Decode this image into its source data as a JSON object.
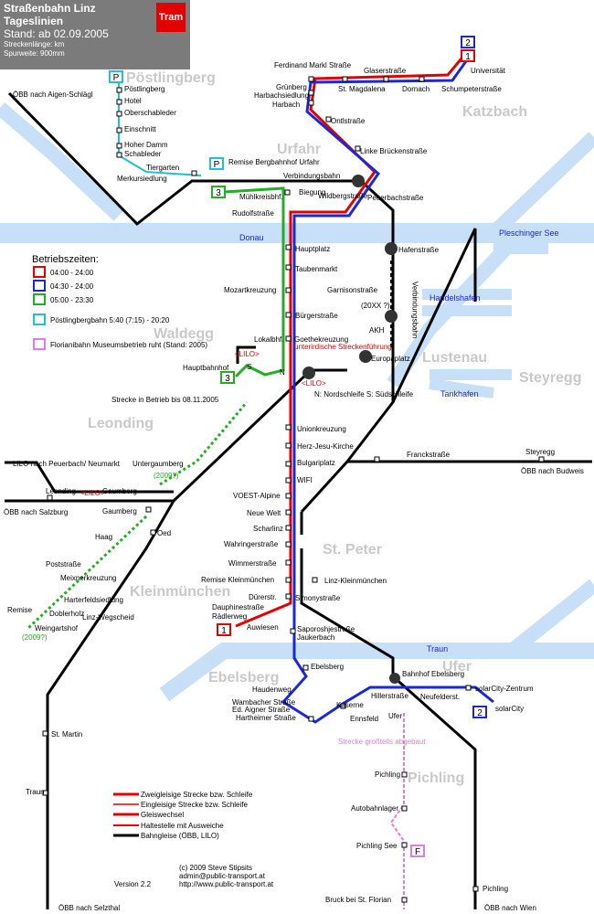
{
  "header": {
    "title": "Straßenbahn Linz",
    "subtitle": "Tageslinien",
    "stand": "Stand: ab 02.09.2005",
    "length": "Streckenlänge: km",
    "gauge": "Spurweite: 900mm",
    "badge": "Tram"
  },
  "colors": {
    "line1": "#e30000",
    "line2": "#1a28d6",
    "line3": "#22b022",
    "poestlingbergbahn": "#22bfd6",
    "florianibahn": "#e07de0",
    "river": "#c7dff7",
    "rail": "#000000"
  },
  "districts": [
    "Pöstlingberg",
    "Katzbach",
    "Urfahr",
    "Waldegg",
    "Lustenau",
    "Steyregg",
    "Leonding",
    "St. Peter",
    "Kleinmünchen",
    "Ufer",
    "Ebelsberg",
    "Pichling"
  ],
  "rivers": {
    "donau": "Donau",
    "traun": "Traun",
    "pleschinger_see": "Pleschinger See",
    "handelshafen": "Handelshafen",
    "tankhafen": "Tankhafen"
  },
  "stations": {
    "s01": "Ferdinand Markl Straße",
    "s02": "Glaserstraße",
    "s03": "Universität",
    "s04": "Grünberg",
    "s05": "St. Magdalena",
    "s06": "Dornach",
    "s07": "Schumpeterstraße",
    "s08": "Harbachsiedlung",
    "s09": "Harbach",
    "s10": "Ontlstraße",
    "s11": "Linke Brückenstraße",
    "s12": "Verbindungsbahn",
    "s13": "Peuerbachstraße",
    "s14": "Wildbergstraße",
    "s15": "Biegung",
    "s16": "Mühlkreisbhf.",
    "s17": "Rudolfstraße",
    "s18": "Remise Bergbahnhof Urfahr",
    "s19": "Hauptplatz",
    "s20": "Taubenmarkt",
    "s21": "Hafenstraße",
    "s22": "Mozartkreuzung",
    "s23": "Garnisonstraße",
    "s24": "(20XX ?)",
    "s25": "AKH",
    "s26": "Bürgerstraße",
    "s27": "Goethekreuzung",
    "s28": "Lokalbhf.",
    "s29": "Hauptbahnhof",
    "s30": "Europaplatz",
    "s31": "Unionkreuzung",
    "s32": "Herz-Jesu-Kirche",
    "s33": "Bulgariplatz",
    "s34": "WIFI",
    "s35": "VOEST-Alpine",
    "s36": "Neue Welt",
    "s37": "Scharlinz",
    "s38": "Wahringerstraße",
    "s39": "Wimmerstraße",
    "s40": "Remise Kleinmünchen",
    "s41": "Linz-Kleinmünchen",
    "s42": "Dürerstr.",
    "s43": "Simonystraße",
    "s44": "Dauphinestraße",
    "s45": "Rädlerweg",
    "s46": "Auwiesen",
    "s47": "Saporoshjestraße",
    "s48": "Jaukerbach",
    "s49": "Ebelsberg",
    "s50": "Haudenweg",
    "s51": "Wambacher Straße",
    "s52": "Ed. Aigner Straße",
    "s53": "Hartheimer Straße",
    "s54": "Ennsfeld",
    "s55": "Kaserne",
    "s56": "Hillerstraße",
    "s57": "Bahnhof Ebelsberg",
    "s58": "Neufelderst.",
    "s59": "solarCity-Zentrum",
    "s60": "solarCity",
    "s61": "Ufer",
    "s62": "Pöstlingberg",
    "s63": "Hotel",
    "s64": "Oberschableder",
    "s65": "Einschnitt",
    "s66": "Hoher Damm",
    "s67": "Schableder",
    "s68": "Tiergarten",
    "s69": "Merkursiedlung",
    "s70": "Untergaumberg",
    "s71": "Gaumberg",
    "s72": "Leonding",
    "s73": "Gaumberg",
    "s74": "Oed",
    "s75": "Haag",
    "s76": "Poststraße",
    "s77": "Meixnerkreuzung",
    "s78": "Harterfeldsiedlung",
    "s79": "Doblerholz",
    "s80": "Linz-Wegscheid",
    "s81": "Remise",
    "s82": "Weingartshof",
    "s83": "St. Martin",
    "s84": "Traun",
    "s85": "Pichling",
    "s86": "Autobahnlager",
    "s87": "Pichling See",
    "s88": "Pichling",
    "s89": "Bruck bei St. Florian",
    "s90": "Franckstraße",
    "s91": "Steyregg"
  },
  "labels": {
    "oebb_aigen": "ÖBB nach Aigen-Schlägl",
    "lilo_peuerbach": "LILO nach Peuerbach/ Neumarkt",
    "oebb_salzburg": "ÖBB nach Salzburg",
    "oebb_budweis": "ÖBB nach Budweis",
    "oebb_selzthal": "ÖBB nach Selzthal",
    "oebb_wien": "ÖBB nach Wien",
    "lilo": "<LILO>",
    "underground": "unterirdische Streckenführung",
    "nord_sued": "N: Nordschleife S: Südschleife",
    "bis_2005": "Strecke in Betrieb bis 08.11.2005",
    "y2009a": "(2009?)",
    "y2009b": "(2009?)",
    "abgebaut": "Strecke großteils abgebaut",
    "verbindungsbahn_v": "Verbindungsbahn",
    "mark_s": "S",
    "mark_n": "N"
  },
  "schedule": {
    "title": "Betriebszeiten:",
    "rows": [
      {
        "code": "1",
        "text": "04:00 - 24:00"
      },
      {
        "code": "2",
        "text": "04:30 - 24:00"
      },
      {
        "code": "3",
        "text": "05:00 - 23:30"
      },
      {
        "code": "P",
        "text": "Pöstlingbergbahn 5:40 (7:15) - 20:20"
      },
      {
        "code": "F",
        "text": "Florianibahn Museumsbetrieb ruht (Stand: 2005)"
      }
    ]
  },
  "legend": [
    "Zweigleisige Strecke bzw. Schleife",
    "Eingleisige Strecke bzw. Schleife",
    "Gleiswechsel",
    "Haltestelle mit Ausweiche",
    "Bahngleise (ÖBB, LILO)"
  ],
  "credits": {
    "line1": "(c) 2009 Steve Stipsits",
    "line2": "admin@public-transport.at",
    "line3": "http://www.public-transport.at",
    "version": "Version 2.2"
  },
  "line_badges": {
    "one": "1",
    "two": "2",
    "three": "3",
    "p": "P",
    "f": "F"
  }
}
